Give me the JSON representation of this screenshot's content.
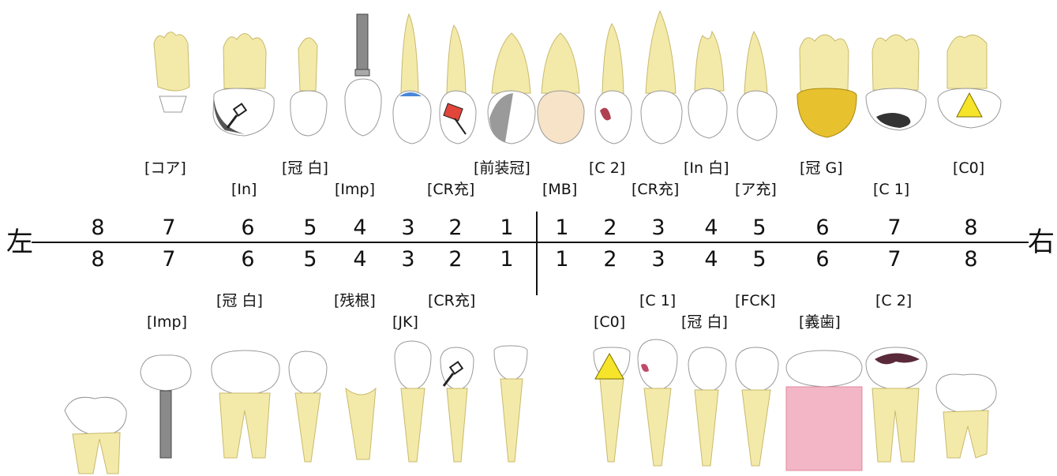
{
  "sides": {
    "left": "左",
    "right": "右"
  },
  "upper_numbers": [
    "8",
    "7",
    "6",
    "5",
    "4",
    "3",
    "2",
    "1",
    "1",
    "2",
    "3",
    "4",
    "5",
    "6",
    "7",
    "8"
  ],
  "lower_numbers": [
    "8",
    "7",
    "6",
    "5",
    "4",
    "3",
    "2",
    "1",
    "1",
    "2",
    "3",
    "4",
    "5",
    "6",
    "7",
    "8"
  ],
  "upper_labels": {
    "core": "[コア]",
    "inlay_left6": "[In]",
    "crown_white_left5": "[冠 白]",
    "implant_upper": "[Imp]",
    "cr_fill_left2": "[CR充]",
    "veneer_crown": "[前装冠]",
    "mb": "[MB]",
    "c2_upper": "[C 2]",
    "cr_fill_right3": "[CR充]",
    "inlay_white": "[In 白]",
    "a_fill": "[ア充]",
    "crown_gold": "[冠 G]",
    "c1_upper": "[C 1]",
    "c0_upper": "[C0]"
  },
  "lower_labels": {
    "implant_lower": "[Imp]",
    "crown_white_left6": "[冠 白]",
    "residual_root": "[残根]",
    "jk": "[JK]",
    "cr_fill_lower": "[CR充]",
    "c0_lower": "[C0]",
    "c1_lower": "[C 1]",
    "crown_white_right4": "[冠 白]",
    "fck": "[FCK]",
    "denture": "[義歯]",
    "c2_lower": "[C 2]"
  },
  "colors": {
    "root": "#f3eaaa",
    "root_stroke": "#c9b96a",
    "crown": "#ffffff",
    "crown_stroke": "#9a9a9a",
    "gold": "#e7c12e",
    "caution": "#f5e42a",
    "cr_blue": "#4a86d8",
    "red": "#e2453a",
    "denture_pink": "#f2b6c6",
    "metal_dark": "#333333"
  },
  "icons": {
    "hammer": "hammer-icon",
    "flag": "flag-icon",
    "caution": "caution-icon"
  }
}
